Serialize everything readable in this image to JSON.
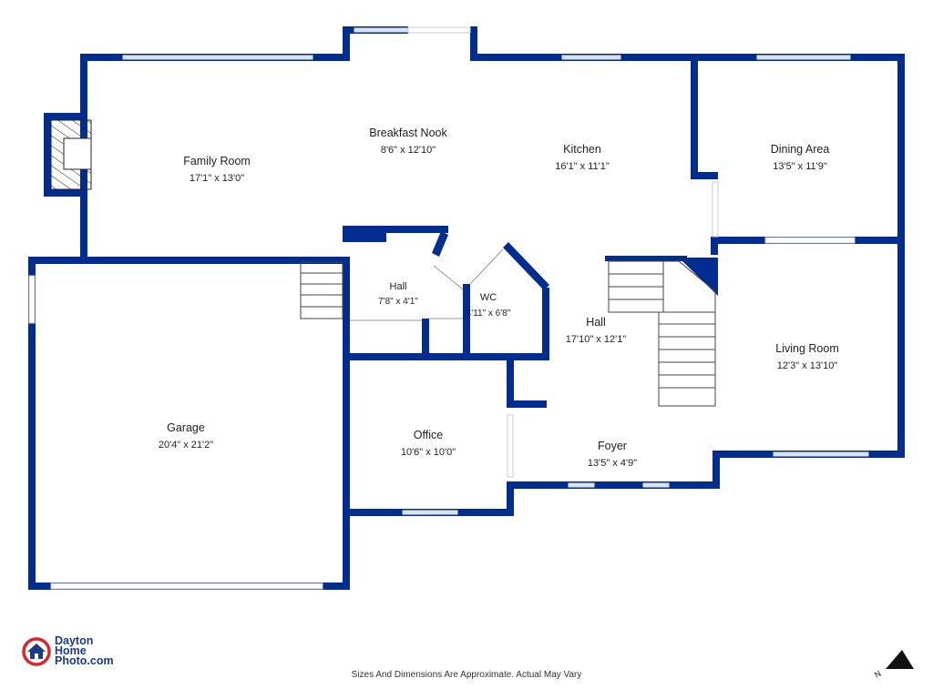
{
  "rooms": [
    {
      "id": "family-room",
      "name": "Family Room",
      "dims": "17'1\" x 13'0\""
    },
    {
      "id": "breakfast-nook",
      "name": "Breakfast Nook",
      "dims": "8'6\" x 12'10\""
    },
    {
      "id": "kitchen",
      "name": "Kitchen",
      "dims": "16'1\" x 11'1\""
    },
    {
      "id": "dining-area",
      "name": "Dining Area",
      "dims": "13'5\" x 11'9\""
    },
    {
      "id": "hall-small",
      "name": "Hall",
      "dims": "7'8\" x 4'1\""
    },
    {
      "id": "wc",
      "name": "WC",
      "dims": "4'11\" x 6'8\""
    },
    {
      "id": "hall-main",
      "name": "Hall",
      "dims": "17'10\" x 12'1\""
    },
    {
      "id": "living-room",
      "name": "Living Room",
      "dims": "12'3\" x 13'10\""
    },
    {
      "id": "garage",
      "name": "Garage",
      "dims": "20'4\" x 21'2\""
    },
    {
      "id": "office",
      "name": "Office",
      "dims": "10'6\" x 10'0\""
    },
    {
      "id": "foyer",
      "name": "Foyer",
      "dims": "13'5\" x 4'9\""
    }
  ],
  "footer_note": "Sizes And Dimensions Are Approximate. Actual May Vary",
  "logo": {
    "line1": "Dayton",
    "line2": "Home",
    "line3": "Photo.com"
  },
  "compass_label": "N",
  "colors": {
    "wall": "#002d8f",
    "window": "#d9e2ee",
    "logo_red": "#d8262c",
    "logo_blue": "#1a3a8a"
  }
}
